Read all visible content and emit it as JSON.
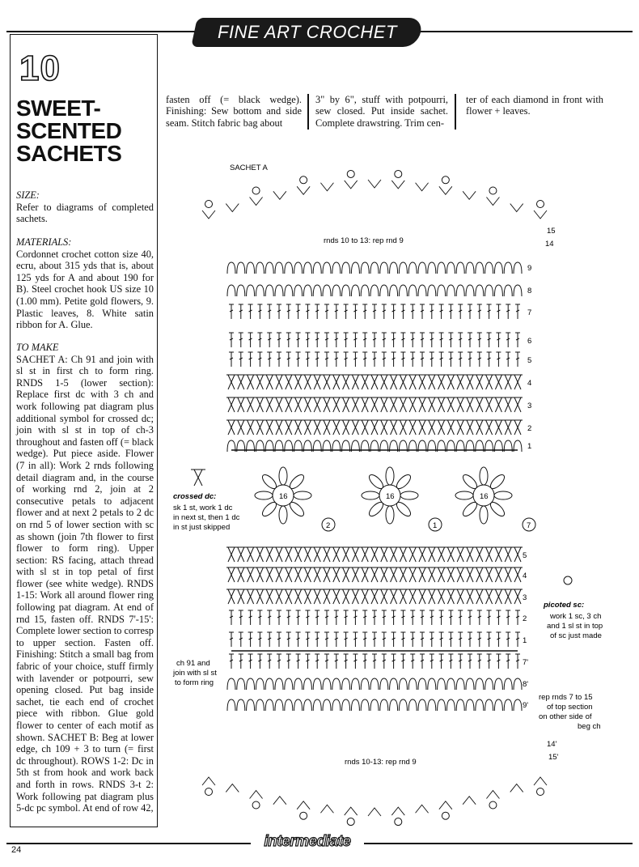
{
  "header": {
    "banner": "FINE ART CROCHET"
  },
  "sidebar": {
    "number": "10",
    "title_lines": [
      "SWEET-",
      "SCENTED",
      "SACHETS"
    ],
    "size_head": "SIZE:",
    "size_text": "Refer to diagrams of completed sachets.",
    "materials_head": "MATERIALS:",
    "materials_text": "Cordonnet crochet cotton size 40, ecru, about 315 yds that is, about 125 yds for A and about 190 for B). Steel crochet hook US size 10 (1.00 mm). Petite gold flowers, 9. Plastic leaves, 8. White satin ribbon for A. Glue.",
    "make_head": "TO MAKE",
    "make_text": "SACHET A: Ch 91 and join with sl st in first ch to form ring. RNDS 1-5 (lower section): Replace first dc with 3 ch and work following pat diagram plus additional symbol for crossed dc; join with sl st in top of ch-3 throughout and fasten off (= black wedge). Put piece aside. Flower (7 in all): Work 2 rnds following detail diagram and, in the course of working rnd 2, join at 2 consecutive petals to adjacent flower and at next 2 petals to 2 dc on rnd 5 of lower section with sc as shown (join 7th flower to first flower to form ring). Upper section: RS facing, attach thread with sl st in top petal of first flower (see white wedge). RNDS 1-15: Work all around flower ring following pat diagram. At end of rnd 15, fasten off. RNDS 7'-15': Complete lower section to corresp to upper section. Fasten off. Finishing: Stitch a small bag from fabric of your choice, stuff firmly with lavender or potpourri, sew opening closed. Put bag inside sachet, tie each end of crochet piece with ribbon. Glue gold flower to center of each motif as shown. SACHET B: Beg at lower edge, ch 109 + 3 to turn (= first dc throughout). ROWS 1-2: Dc in 5th st from hook and work back and forth in rows. RNDS 3-t 2: Work following pat diagram plus 5-dc pc symbol. At end of row 42,"
  },
  "columns": [
    "fasten off (= black wedge). Finishing: Sew bottom and side seam. Stitch fabric bag about",
    "3\" by 6\", stuff with potpourri, sew closed. Put inside sachet. Complete drawstring. Trim cen-",
    "ter of each diamond in front with flower + leaves."
  ],
  "diagram": {
    "title": "SACHET A",
    "top_edge_label": "rnds 10 to 13:  rep rnd 9",
    "top_rows": [
      "15",
      "14"
    ],
    "upper_rows": [
      "9",
      "8",
      "7",
      "6",
      "5",
      "4",
      "3",
      "2",
      "1"
    ],
    "flower_center": "16",
    "flower_numbers": [
      "2",
      "1",
      "7"
    ],
    "crossed_label": "crossed dc:",
    "crossed_text": [
      "sk 1 st, work 1 dc",
      "in next st, then 1 dc",
      "in st just skipped"
    ],
    "lower_rows": [
      "5",
      "4",
      "3",
      "2",
      "1",
      "7'",
      "8'",
      "9'"
    ],
    "picoted_label": "picoted sc:",
    "picoted_text": [
      "work 1 sc, 3 ch",
      "and 1 sl st in top",
      "of sc just made"
    ],
    "chain_text": [
      "ch 91 and",
      "join with sl st",
      "to form ring"
    ],
    "rep_text": [
      "rep rnds 7 to 15",
      "of top section",
      "on other side of",
      "beg ch"
    ],
    "bottom_rows": [
      "14'",
      "15'"
    ],
    "bottom_edge_label": "rnds 10-13:  rep rnd 9"
  },
  "footer": {
    "badge": "intermediate",
    "page": "24"
  }
}
